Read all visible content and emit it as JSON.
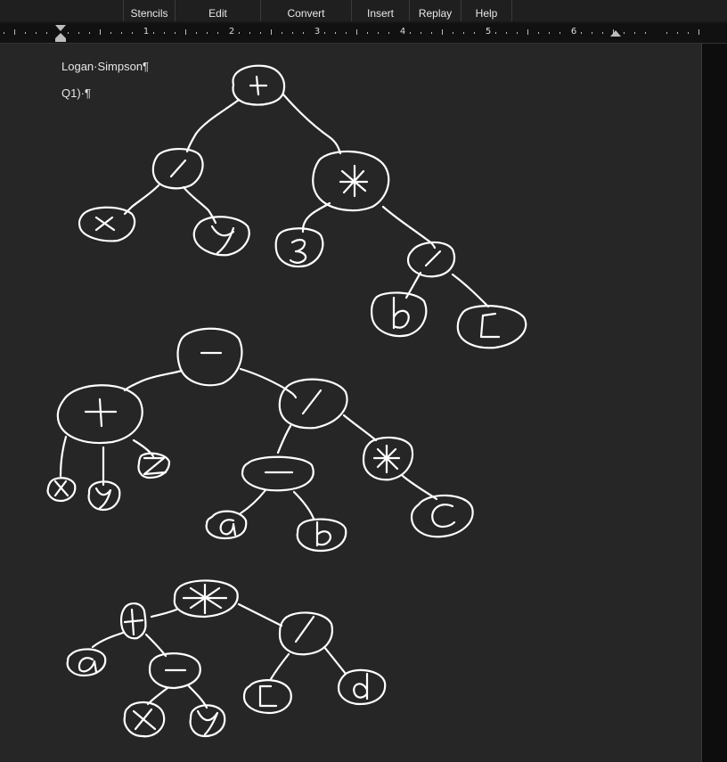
{
  "menu": {
    "items": [
      "Stencils",
      "Edit",
      "Convert",
      "Insert",
      "Replay",
      "Help"
    ]
  },
  "ruler": {
    "numbers": [
      "1",
      "2",
      "3",
      "4",
      "5",
      "6"
    ]
  },
  "document": {
    "author_line": "Logan·Simpson¶",
    "question_line": "Q1)·¶"
  },
  "colors": {
    "background": "#262626",
    "ink": "#ffffff",
    "text": "#e6e6e6"
  }
}
